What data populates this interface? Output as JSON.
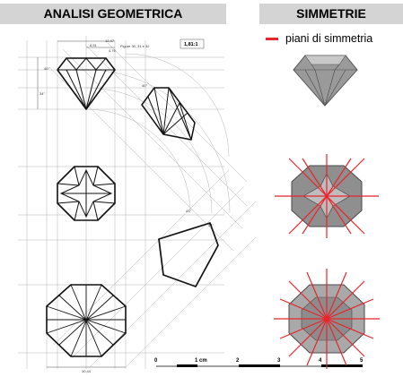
{
  "headers": {
    "left": "ANALISI GEOMETRICA",
    "right": "SIMMETRIE"
  },
  "legend": {
    "label": "piani di simmetria",
    "color": "#e8252c"
  },
  "drawing": {
    "figure_ref": "Figure 30, 31 e 32",
    "scale_ratio": "1,81:1",
    "dims": [
      "6,51",
      "12,47",
      "4,76",
      "10,44"
    ],
    "angles": [
      "40°",
      "34°",
      "40°",
      "41°",
      "44°"
    ]
  },
  "scale_bar": {
    "labels": [
      "0",
      "1 cm",
      "2",
      "3",
      "4",
      "5"
    ]
  },
  "colors": {
    "header_bg": "#d4d4d4",
    "symmetry_red": "#e8252c",
    "model_gray": "#8a8a8a"
  }
}
